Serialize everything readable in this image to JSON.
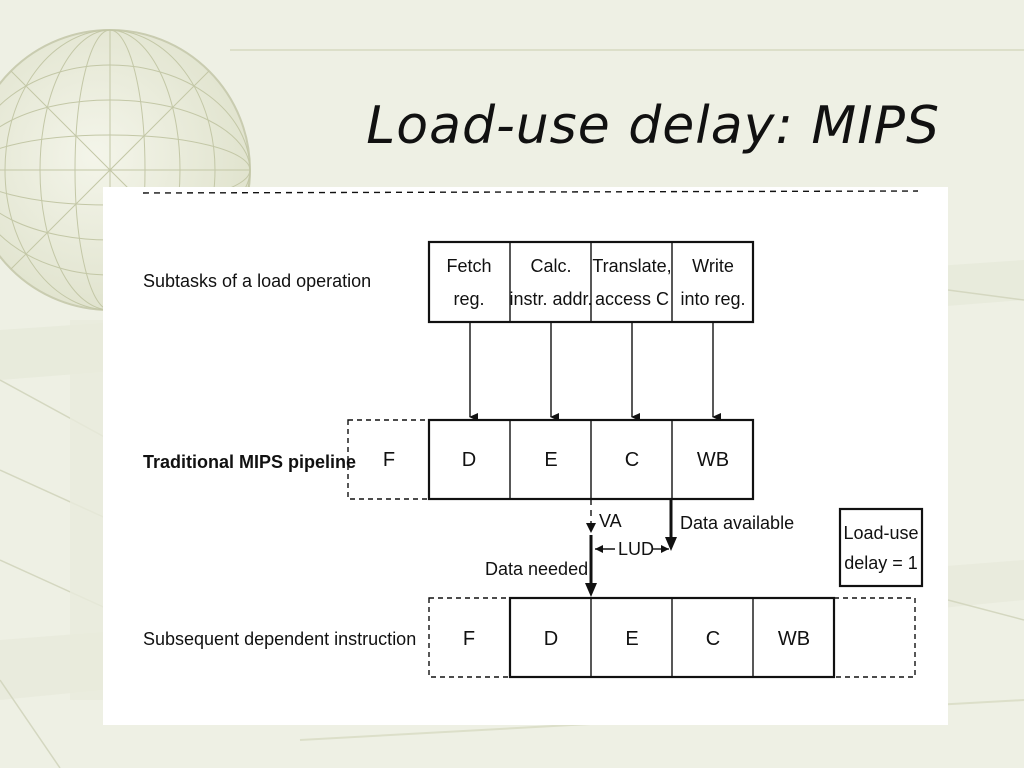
{
  "slide": {
    "title": "Load-use delay: MIPS"
  },
  "diagram": {
    "rows": {
      "subtasks": "Subtasks of a load operation",
      "pipeline": "Traditional MIPS pipeline",
      "dependent": "Subsequent dependent instruction"
    },
    "subtasks": [
      {
        "line1": "Fetch",
        "line2": "reg."
      },
      {
        "line1": "Calc.",
        "line2": "instr. addr."
      },
      {
        "line1": "Translate,",
        "line2": "access C"
      },
      {
        "line1": "Write",
        "line2": "into reg."
      }
    ],
    "pipeline_stages": [
      "F",
      "D",
      "E",
      "C",
      "WB"
    ],
    "dependent_stages": [
      "F",
      "D",
      "E",
      "C",
      "WB"
    ],
    "annotations": {
      "va": "VA",
      "data_available": "Data available",
      "data_needed": "Data needed",
      "lud": "LUD"
    },
    "delay_box": {
      "line1": "Load-use",
      "line2": "delay = 1"
    }
  },
  "colors": {
    "background": "#eef0e4",
    "panel": "#ffffff",
    "ink": "#111111",
    "decor": "#c9ccb0"
  }
}
